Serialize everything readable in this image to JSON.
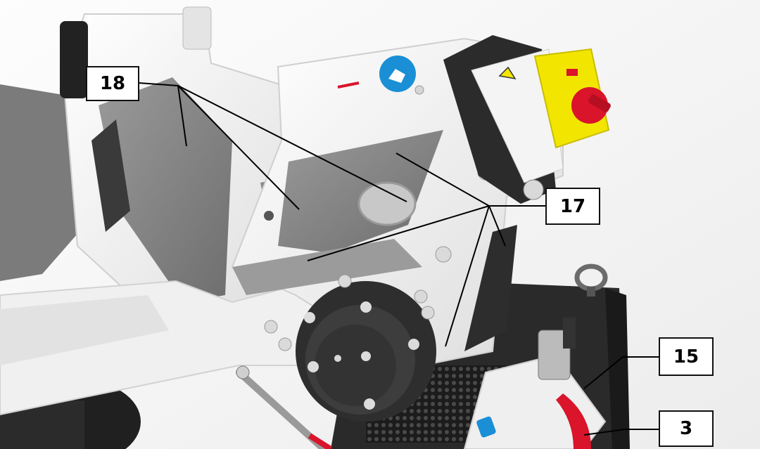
{
  "callouts": [
    {
      "id": "18",
      "label": "18"
    },
    {
      "id": "17",
      "label": "17"
    },
    {
      "id": "15",
      "label": "15"
    },
    {
      "id": "3",
      "label": "3"
    }
  ],
  "colors": {
    "body_white": "#f2f2f2",
    "steel_gray": "#8c8c8c",
    "dark_housing": "#262626",
    "safety_yellow": "#f2e600",
    "stop_red": "#d9142b",
    "brand_blue": "#1a8fd6",
    "leader_line": "#000000"
  },
  "icons": [
    "emergency-stop-switch",
    "high-voltage-warning-icon",
    "brand-logo-icon",
    "direction-arrow-icon",
    "lifting-eye-bolt"
  ]
}
